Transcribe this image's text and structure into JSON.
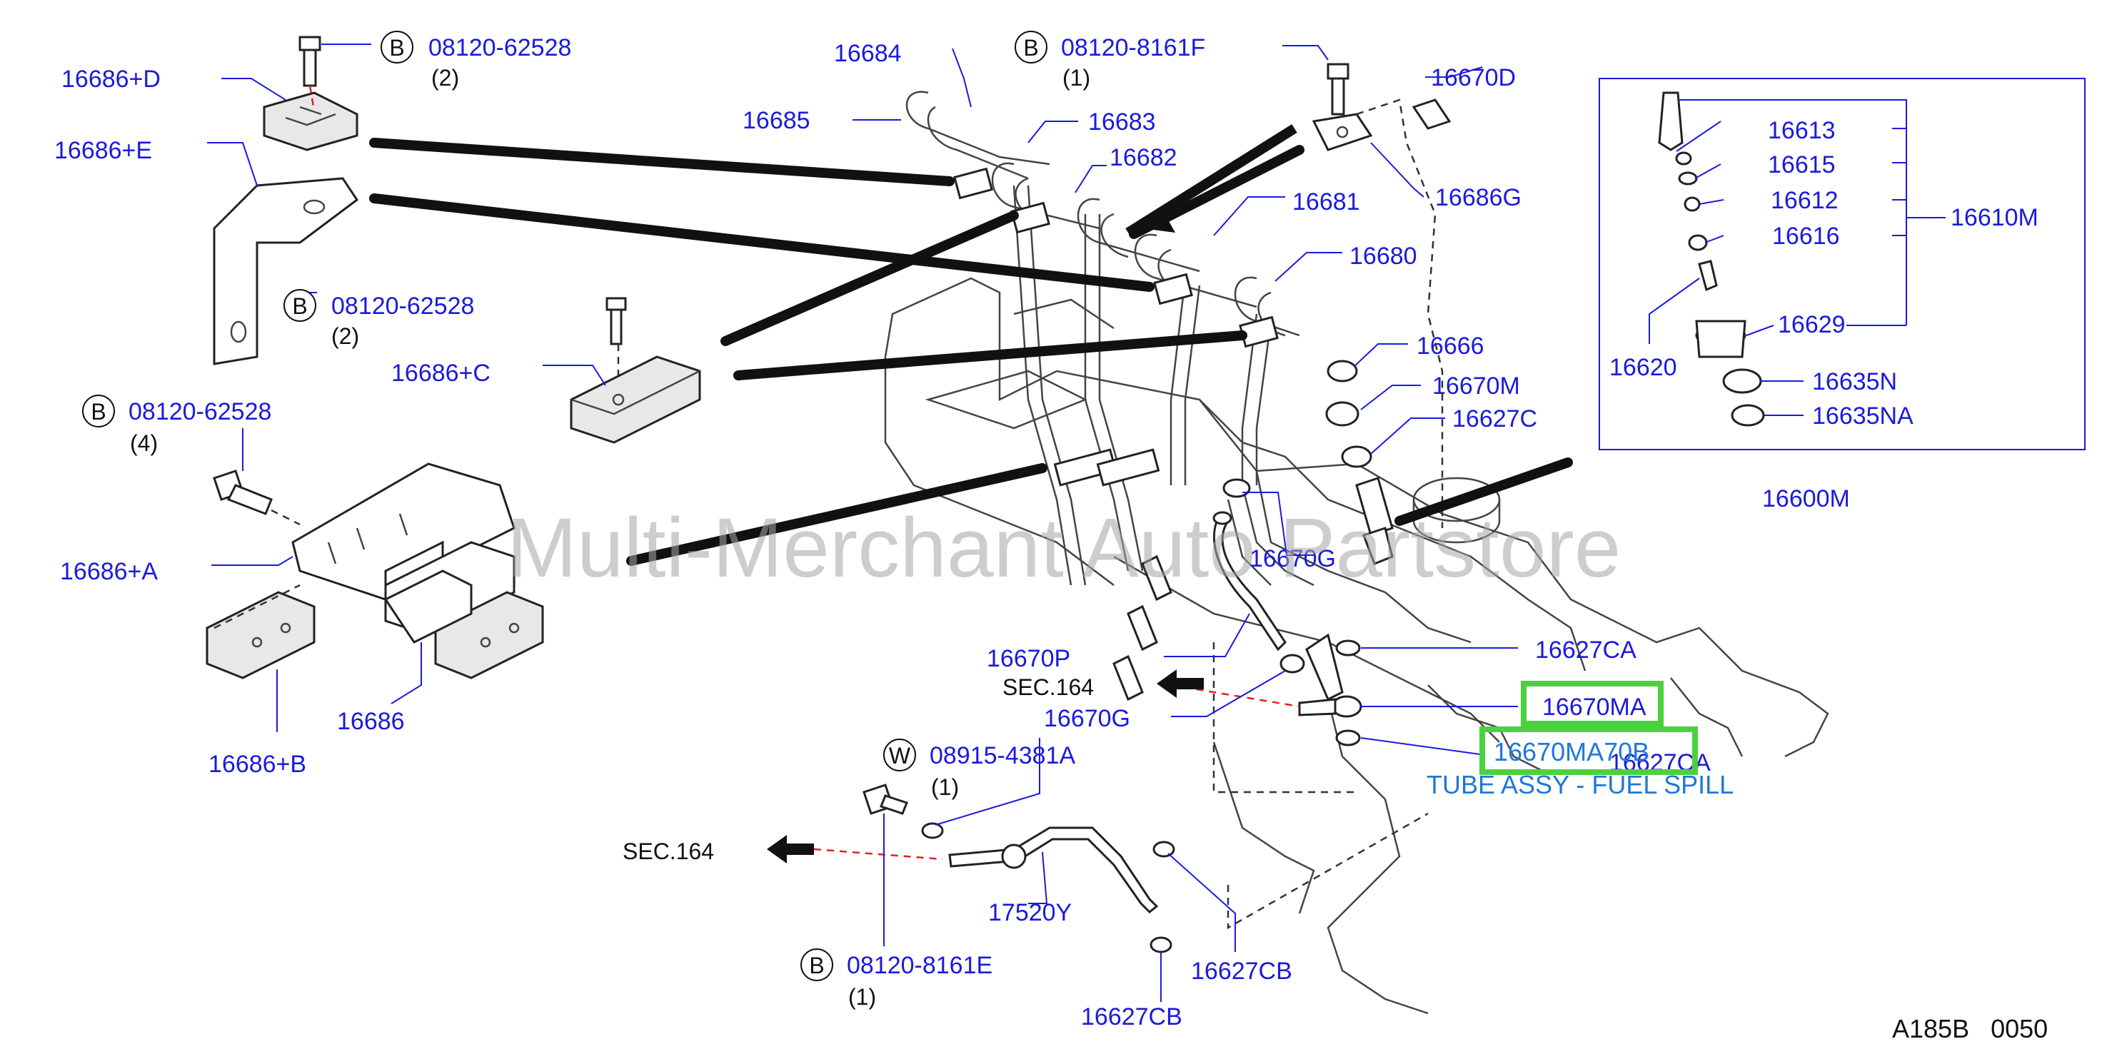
{
  "watermark": "Multi-Merchant Auto Partstore",
  "footer": {
    "code": "A185B   0050"
  },
  "callouts": {
    "selected_part_number": "16670MA70B",
    "selected_part_name": "TUBE ASSY - FUEL SPILL"
  },
  "labels": {
    "p16686D": "16686+D",
    "p16686E": "16686+E",
    "p16686C": "16686+C",
    "p16686A": "16686+A",
    "p16686B": "16686+B",
    "p16686": "16686",
    "p16684": "16684",
    "p16685": "16685",
    "p16683": "16683",
    "p16682": "16682",
    "p16681": "16681",
    "p16680": "16680",
    "p16670D": "16670D",
    "p16686G": "16686G",
    "p16666": "16666",
    "p16670M": "16670M",
    "p16627C": "16627C",
    "p16670G_a": "16670G",
    "p16670G_b": "16670G",
    "p16670P": "16670P",
    "p16627CA_a": "16627CA",
    "p16627CA_b": "16627CA",
    "p16670MA": "16670MA",
    "p17520Y": "17520Y",
    "p16627CB_a": "16627CB",
    "p16627CB_b": "16627CB",
    "p16613": "16613",
    "p16615": "16615",
    "p16612": "16612",
    "p16616": "16616",
    "p16610M": "16610M",
    "p16629": "16629",
    "p16620": "16620",
    "p16635N": "16635N",
    "p16635NA": "16635NA",
    "p16600M": "16600M"
  },
  "bolts": {
    "b1_letter": "B",
    "b1_number": "08120-62528",
    "b1_qty": "(2)",
    "b2_letter": "B",
    "b2_number": "08120-62528",
    "b2_qty": "(2)",
    "b3_letter": "B",
    "b3_number": "08120-62528",
    "b3_qty": "(4)",
    "b4_letter": "B",
    "b4_number": "08120-8161F",
    "b4_qty": "(1)",
    "w1_letter": "W",
    "w1_number": "08915-4381A",
    "w1_qty": "(1)",
    "b5_letter": "B",
    "b5_number": "08120-8161E",
    "b5_qty": "(1)"
  },
  "sections": {
    "sec1": "SEC.164",
    "sec2": "SEC.164"
  },
  "colors": {
    "label_blue": "#1a1adf",
    "highlight_green": "#4ad23c",
    "callout_blue": "#1e78d8",
    "ink": "#111111"
  }
}
